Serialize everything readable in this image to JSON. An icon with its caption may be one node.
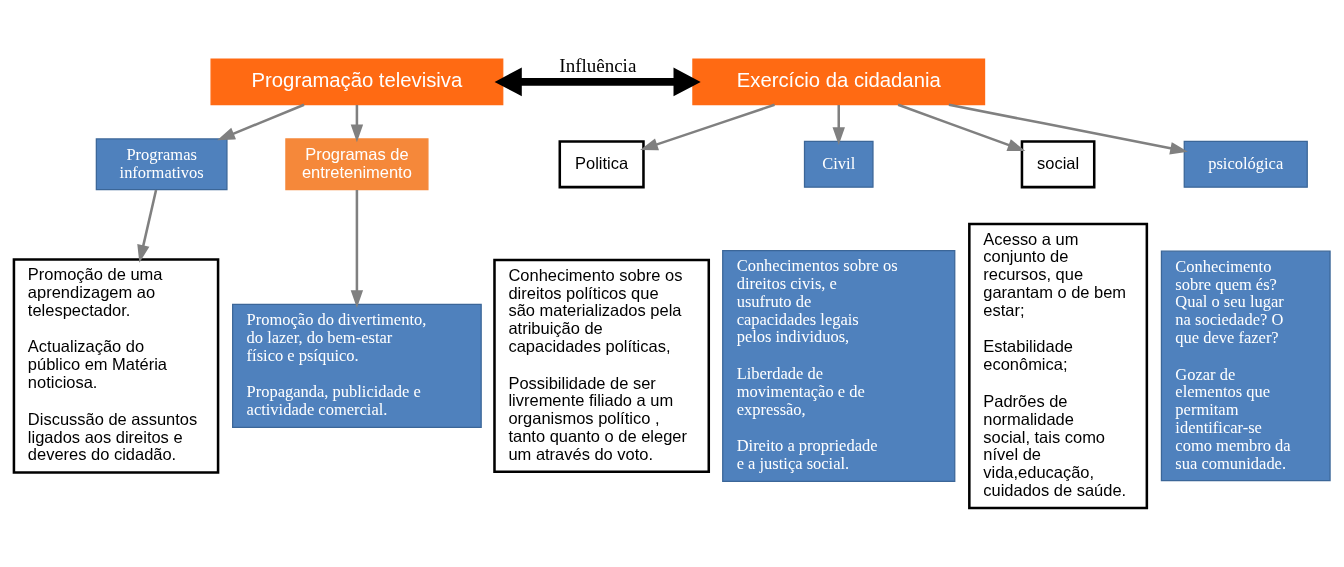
{
  "diagram": {
    "nodes": [
      {
        "text": [
          "Programação televisiva"
        ]
      },
      {
        "text": [
          "Exercício da cidadania"
        ]
      },
      {
        "text": [
          "Programas informativos"
        ]
      },
      {
        "text": [
          "Programas de entretenimento"
        ]
      },
      {
        "text": [
          "Politica"
        ]
      },
      {
        "text": [
          "Civil"
        ]
      },
      {
        "text": [
          "social"
        ]
      },
      {
        "text": [
          "psicológica"
        ]
      },
      {
        "text": [
          "Promoção de uma aprendizagem ao telespectador.",
          "Actualização do público em Matéria noticiosa.",
          "Discussão de assuntos ligados aos direitos e deveres do cidadão."
        ]
      },
      {
        "text": [
          "Promoção do divertimento, do lazer, do bem-estar físico e psíquico.",
          "Propaganda, publicidade e actividade comercial."
        ]
      },
      {
        "text": [
          "Conhecimento sobre os direitos políticos que são materializados pela atribuição de capacidades políticas,",
          "Possibilidade de ser livremente filiado a um organismos político , tanto quanto o de eleger um através do voto."
        ]
      },
      {
        "text": [
          "Conhecimentos sobre os direitos civis, e usufruto de capacidades legais pelos individuos,",
          "Liberdade de movimentação e de expressão,",
          "Direito a propriedade e a justiça social."
        ]
      },
      {
        "text": [
          "Acesso a um conjunto de recursos, que garantam o de bem estar;",
          "Estabilidade econômica;",
          "Padrões de normalidade social, tais como nível de vida,educação, cuidados de saúde."
        ]
      },
      {
        "text": [
          "Conhecimento sobre quem és? Qual o seu lugar na sociedade? O que deve fazer?",
          "Gozar de elementos que permitam identificar-se como membro da sua comunidade."
        ]
      }
    ],
    "edges": [
      {
        "from": 0,
        "to": 1,
        "arrow": "both",
        "label": "Influência",
        "style": "thick",
        "color": "#000000"
      },
      {
        "from": 0,
        "to": 2,
        "arrow": "to"
      },
      {
        "from": 0,
        "to": 3,
        "arrow": "to"
      },
      {
        "from": 1,
        "to": 4,
        "arrow": "to"
      },
      {
        "from": 1,
        "to": 5,
        "arrow": "to"
      },
      {
        "from": 1,
        "to": 6,
        "arrow": "to"
      },
      {
        "from": 1,
        "to": 7,
        "arrow": "to"
      },
      {
        "from": 2,
        "to": 8,
        "arrow": "to"
      },
      {
        "from": 3,
        "to": 9,
        "arrow": "to"
      }
    ]
  }
}
